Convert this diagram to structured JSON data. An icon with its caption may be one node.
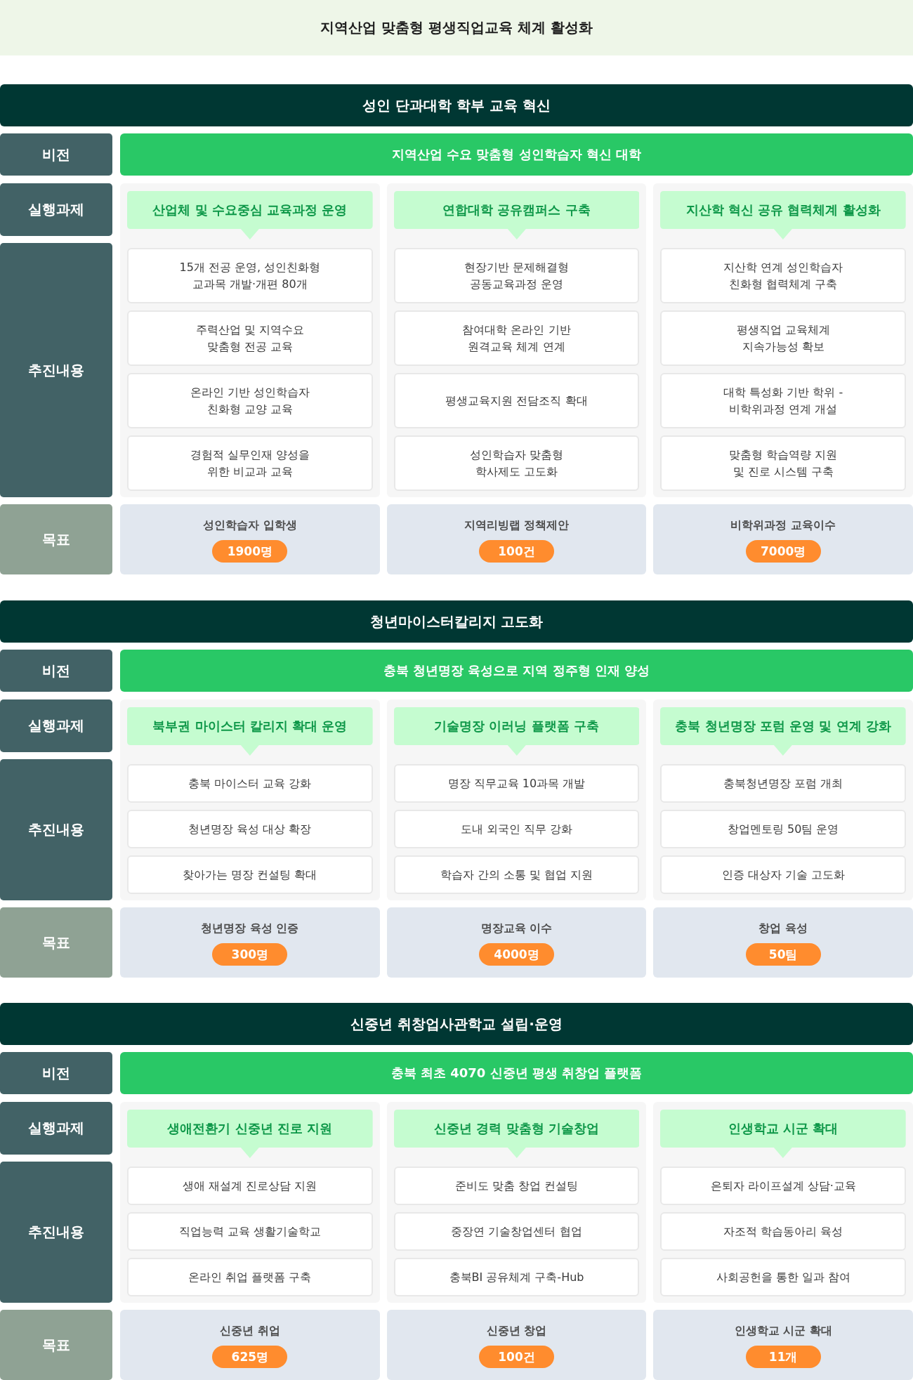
{
  "diagram": {
    "title": "지역산업 맞춤형 평생직업교육 체계 활성화",
    "nodes": [
      {
        "text": [
          "성인 단과대학 학부 교육 혁신"
        ]
      },
      {
        "text": [
          "비전"
        ]
      },
      {
        "text": [
          "지역산업 수요 맞춤형 성인학습자 혁신 대학"
        ]
      },
      {
        "text": [
          "실행과제"
        ]
      },
      {
        "text": [
          "추진내용"
        ]
      },
      {
        "text": [],
        "shape": "box"
      },
      {
        "text": [
          "산업체 및 수요중심 교육과정 운영"
        ],
        "in": 5
      },
      {
        "text": [
          "15개 전공 운영, 성인친화형 교과목 개발·개편 80개"
        ],
        "in": 5
      },
      {
        "text": [
          "주력산업 및 지역수요 맞춤형 전공 교육"
        ],
        "in": 5
      },
      {
        "text": [
          "온라인 기반 성인학습자 친화형 교양 교육"
        ],
        "in": 5
      },
      {
        "text": [
          "경험적 실무인재 양성을 위한 비교과 교육"
        ],
        "in": 5
      },
      {
        "text": [],
        "shape": "box"
      },
      {
        "text": [
          "연합대학 공유캠퍼스 구축"
        ],
        "in": 11
      },
      {
        "text": [
          "현장기반 문제해결형 공동교육과정 운영"
        ],
        "in": 11
      },
      {
        "text": [
          "참여대학 온라인 기반 원격교육 체계 연계"
        ],
        "in": 11
      },
      {
        "text": [
          "평생교육지원 전담조직 확대"
        ],
        "in": 11
      },
      {
        "text": [
          "성인학습자 맞춤형 학사제도 고도화"
        ],
        "in": 11
      },
      {
        "text": [],
        "shape": "box"
      },
      {
        "text": [
          "지산학 혁신 공유 협력체계 활성화"
        ],
        "in": 17
      },
      {
        "text": [
          "지산학 연계 성인학습자 친화형 협력체계 구축"
        ],
        "in": 17
      },
      {
        "text": [
          "평생직업 교육체계 지속가능성 확보"
        ],
        "in": 17
      },
      {
        "text": [
          "대학 특성화 기반 학위 -비학위과정 연계 개설"
        ],
        "in": 17
      },
      {
        "text": [
          "맞춤형 학습역량 지원 및 진로 시스템 구축"
        ],
        "in": 17
      },
      {
        "text": [
          "목표"
        ]
      },
      {
        "text": [
          "성인학습자 입학생"
        ]
      },
      {
        "text": [
          "1900명"
        ],
        "in": 24
      },
      {
        "text": [
          "지역리빙랩 정책제안"
        ]
      },
      {
        "text": [
          "100건"
        ],
        "in": 26
      },
      {
        "text": [
          "비학위과정 교육이수"
        ]
      },
      {
        "text": [
          "7000명"
        ],
        "in": 28
      },
      {
        "text": [
          "청년마이스터칼리지 고도화"
        ]
      },
      {
        "text": [
          "비전"
        ]
      },
      {
        "text": [
          "충북 청년명장 육성으로 지역 정주형 인재 양성"
        ]
      },
      {
        "text": [
          "실행과제"
        ]
      },
      {
        "text": [
          "추진내용"
        ]
      },
      {
        "text": [],
        "shape": "box"
      },
      {
        "text": [
          "북부권 마이스터 칼리지 확대 운영"
        ],
        "in": 35
      },
      {
        "text": [
          "충북 마이스터 교육 강화"
        ],
        "in": 35
      },
      {
        "text": [
          "청년명장 육성 대상 확장"
        ],
        "in": 35
      },
      {
        "text": [
          "찾아가는 명장 컨설팅 확대"
        ],
        "in": 35
      },
      {
        "text": [],
        "shape": "box"
      },
      {
        "text": [
          "기술명장 이러닝 플랫폼 구축"
        ],
        "in": 40
      },
      {
        "text": [
          "명장 직무교육 10과목 개발"
        ],
        "in": 40
      },
      {
        "text": [
          "도내 외국인 직무 강화"
        ],
        "in": 40
      },
      {
        "text": [
          "학습자 간의 소통 및 협업 지원"
        ],
        "in": 40
      },
      {
        "text": [],
        "shape": "box"
      },
      {
        "text": [
          "충북 청년명장 포럼 운영 및 연계 강화"
        ],
        "in": 45
      },
      {
        "text": [
          "충북청년명장 포럼 개최"
        ],
        "in": 45
      },
      {
        "text": [
          "창업멘토링 50팀 운영"
        ],
        "in": 45
      },
      {
        "text": [
          "인증 대상자 기술 고도화"
        ],
        "in": 45
      },
      {
        "text": [
          "목표"
        ]
      },
      {
        "text": [
          "청년명장 육성 인증"
        ]
      },
      {
        "text": [
          "300명"
        ],
        "in": 51
      },
      {
        "text": [
          "명장교육 이수"
        ]
      },
      {
        "text": [
          "4000명"
        ],
        "in": 53
      },
      {
        "text": [
          "창업 육성"
        ]
      },
      {
        "text": [
          "50팀"
        ],
        "in": 55
      },
      {
        "text": [
          "신중년 취창업사관학교 설립·운영"
        ]
      },
      {
        "text": [
          "비전"
        ]
      },
      {
        "text": [
          "충북 최초 4070 신중년 평생 취창업 플랫폼"
        ]
      },
      {
        "text": [
          "실행과제"
        ]
      },
      {
        "text": [
          "추진내용"
        ]
      },
      {
        "text": [],
        "shape": "box"
      },
      {
        "text": [
          "생애전환기 신중년 진로 지원"
        ],
        "in": 62
      },
      {
        "text": [
          "생애 재설계 진로상담 지원"
        ],
        "in": 62
      },
      {
        "text": [
          "직업능력 교육 생활기술학교"
        ],
        "in": 62
      },
      {
        "text": [
          "온라인 취업 플랫폼 구축"
        ],
        "in": 62
      },
      {
        "text": [],
        "shape": "box"
      },
      {
        "text": [
          "신중년 경력 맞춤형 기술창업"
        ],
        "in": 67
      },
      {
        "text": [
          "준비도 맞춤 창업 컨설팅"
        ],
        "in": 67
      },
      {
        "text": [
          "중장연 기술창업센터 협업"
        ],
        "in": 67
      },
      {
        "text": [
          "충북BI 공유체계 구축-Hub"
        ],
        "in": 67
      },
      {
        "text": [],
        "shape": "box"
      },
      {
        "text": [
          "인생학교 시군 확대"
        ],
        "in": 72
      },
      {
        "text": [
          "은퇴자 라이프설계 상담·교육"
        ],
        "in": 72
      },
      {
        "text": [
          "자조적 학습동아리 육성"
        ],
        "in": 72
      },
      {
        "text": [
          "사회공헌을 통한 일과 참여"
        ],
        "in": 72
      },
      {
        "text": [
          "목표"
        ]
      },
      {
        "text": [
          "신중년 취업"
        ]
      },
      {
        "text": [
          "625명"
        ],
        "in": 78
      },
      {
        "text": [
          "신중년 창업"
        ]
      },
      {
        "text": [
          "100건"
        ],
        "in": 80
      },
      {
        "text": [
          "인생학교 시군 확대"
        ]
      },
      {
        "text": [
          "11개"
        ],
        "in": 82
      }
    ]
  }
}
